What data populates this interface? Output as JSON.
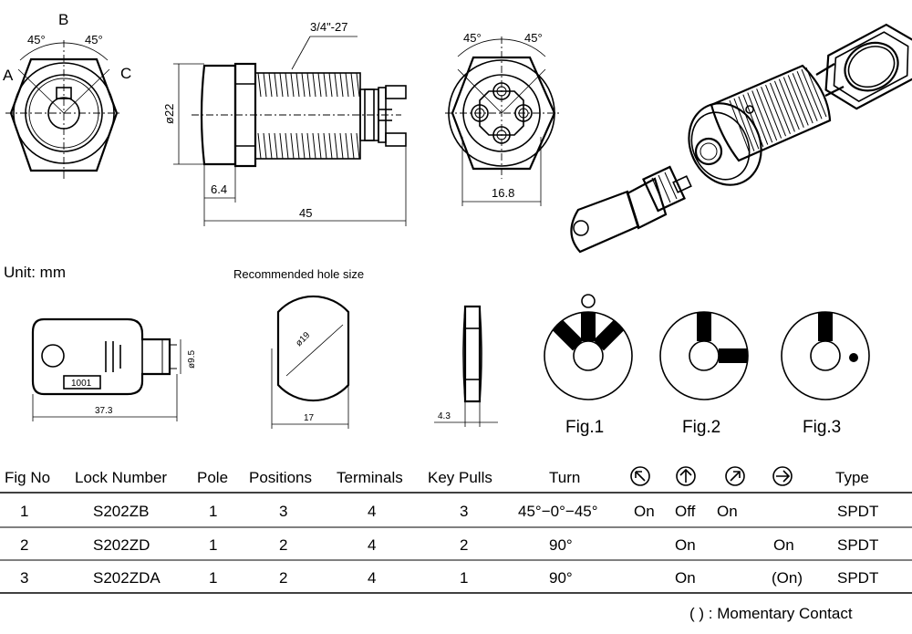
{
  "labels": {
    "angle_left": "45°",
    "angle_right": "45°",
    "pos_a": "A",
    "pos_b": "B",
    "pos_c": "C",
    "thread": "3/4\"-27",
    "dia_body": "ø22",
    "dim_flange": "6.4",
    "dim_length": "45",
    "dim_terminal": "16.8",
    "rear_angle_left": "45°",
    "rear_angle_right": "45°",
    "unit": "Unit:  mm",
    "hole_title": "Recommended hole size",
    "key_number": "1001",
    "key_dia": "ø9.5",
    "key_length": "37.3",
    "hole_dia": "ø19",
    "hole_flat": "17",
    "nut_thickness": "4.3"
  },
  "figures": [
    {
      "caption": "Fig.1"
    },
    {
      "caption": "Fig.2"
    },
    {
      "caption": "Fig.3"
    }
  ],
  "table": {
    "headers": [
      "Fig No",
      "Lock Number",
      "Pole",
      "Positions",
      "Terminals",
      "Key Pulls",
      "Turn",
      "",
      "",
      "",
      "",
      "Type"
    ],
    "direction_icons": [
      "arrow-up-left-icon",
      "arrow-up-icon",
      "arrow-up-right-icon",
      "arrow-right-icon"
    ],
    "rows": [
      [
        "1",
        "S202ZB",
        "1",
        "3",
        "4",
        "3",
        "45°−0°−45°",
        "On",
        "Off",
        "On",
        "",
        "SPDT"
      ],
      [
        "2",
        "S202ZD",
        "1",
        "2",
        "4",
        "2",
        "90°",
        "",
        "On",
        "",
        "On",
        "SPDT"
      ],
      [
        "3",
        "S202ZDA",
        "1",
        "2",
        "4",
        "1",
        "90°",
        "",
        "On",
        "",
        "(On)",
        "SPDT"
      ]
    ],
    "footnote": "(   ) : Momentary  Contact"
  }
}
